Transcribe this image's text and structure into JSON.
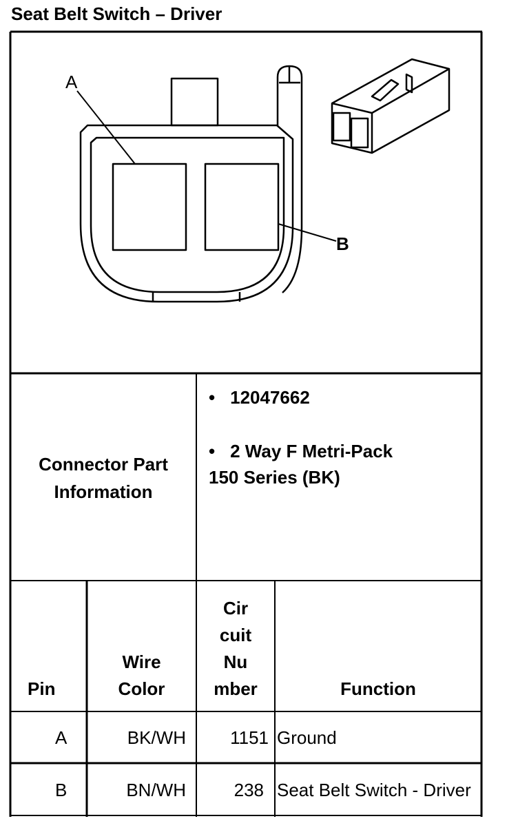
{
  "title": "Seat Belt Switch – Driver",
  "diagram": {
    "label_a": "A",
    "label_b": "B"
  },
  "connector_info": {
    "label_line1": "Connector Part",
    "label_line2": "Information",
    "bullet": "•",
    "part_number": "12047662",
    "description_line1": "2 Way F Metri-Pack",
    "description_line2": "150 Series (BK)"
  },
  "table": {
    "headers": {
      "pin": "Pin",
      "wire_color_1": "Wire",
      "wire_color_2": "Color",
      "circuit_1": "Cir",
      "circuit_2": "cuit",
      "circuit_3": "Nu",
      "circuit_4": "mber",
      "function": "Function"
    },
    "rows": [
      {
        "pin": "A",
        "wire_color": "BK/WH",
        "circuit": "1151",
        "function": "Ground"
      },
      {
        "pin": "B",
        "wire_color": "BN/WH",
        "circuit": "238",
        "function": "Seat Belt Switch - Driver"
      }
    ]
  }
}
